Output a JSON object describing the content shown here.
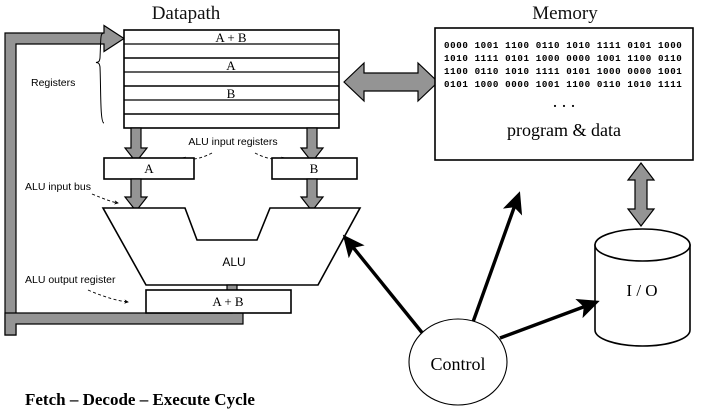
{
  "titles": {
    "datapath": "Datapath",
    "memory": "Memory"
  },
  "caption": "Fetch – Decode – Execute Cycle",
  "register_file": {
    "label": "Registers",
    "rows": [
      "A + B",
      "",
      "A",
      "",
      "B",
      "",
      ""
    ]
  },
  "alu_input_registers": {
    "label": "ALU input registers",
    "left": "A",
    "right": "B"
  },
  "alu": {
    "label": "ALU",
    "input_bus_label": "ALU input bus",
    "output_register_label": "ALU output register",
    "output_register_value": "A + B"
  },
  "memory": {
    "rows": [
      "0000 1001 1100 0110 1010 1111 0101 1000",
      "1010 1111 0101 1000 0000 1001 1100 0110",
      "1100 0110 1010 1111 0101 1000 0000 1001",
      "0101 1000 0000 1001 1100 0110 1010 1111"
    ],
    "ellipsis": ". . .",
    "contents_label": "program & data"
  },
  "control": {
    "label": "Control"
  },
  "io": {
    "label": "I / O"
  },
  "colors": {
    "bus_gray": "#949494",
    "outline": "#000000",
    "background": "#ffffff"
  }
}
